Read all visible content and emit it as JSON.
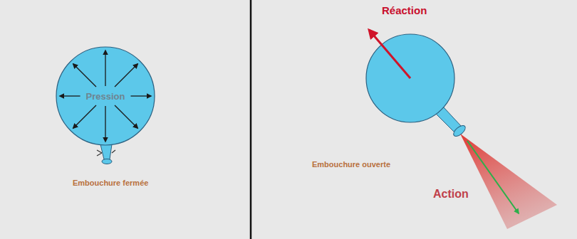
{
  "diagram": {
    "nodes": [
      {
        "text": [
          "Pression"
        ]
      }
    ],
    "labels": [
      "Embouchure fermée",
      "Réaction",
      "Embouchure ouverte",
      "Action"
    ]
  }
}
